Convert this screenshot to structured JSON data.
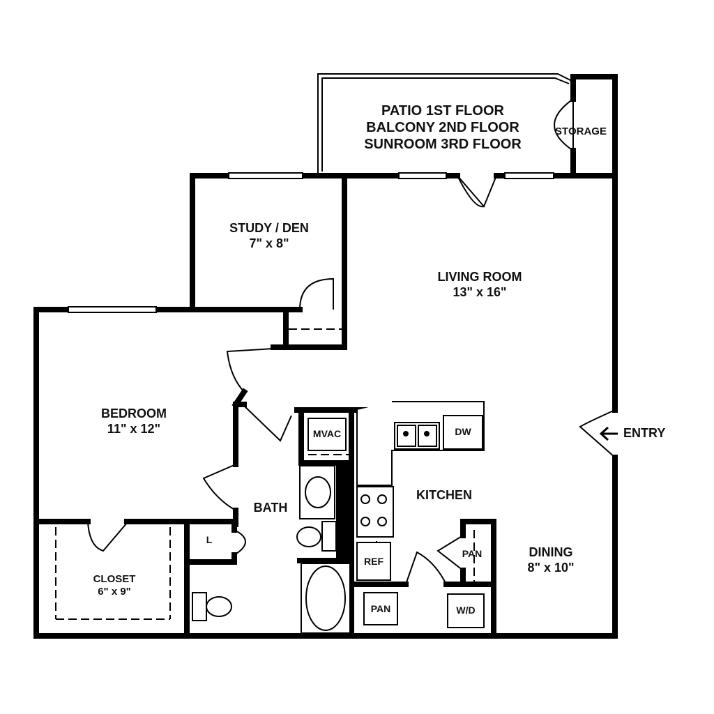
{
  "rooms": {
    "patio": [
      "PATIO 1ST FLOOR",
      "BALCONY 2ND FLOOR",
      "SUNROOM 3RD FLOOR"
    ],
    "storage": "STORAGE",
    "study": {
      "name": "STUDY / DEN",
      "size": "7\" x 8\""
    },
    "living": {
      "name": "LIVING ROOM",
      "size": "13\" x 16\""
    },
    "bedroom": {
      "name": "BEDROOM",
      "size": "11\" x 12\""
    },
    "closet": {
      "name": "CLOSET",
      "size": "6\" x 9\""
    },
    "bath": "BATH",
    "kitchen": "KITCHEN",
    "dining": {
      "name": "DINING",
      "size": "8\" x 10\""
    },
    "entry": "ENTRY"
  },
  "fixtures": {
    "mvac": "MVAC",
    "dw": "DW",
    "ref": "REF",
    "pan_kitchen": "PAN",
    "pan_pantry": "PAN",
    "wd": "W/D",
    "linen": "L"
  }
}
